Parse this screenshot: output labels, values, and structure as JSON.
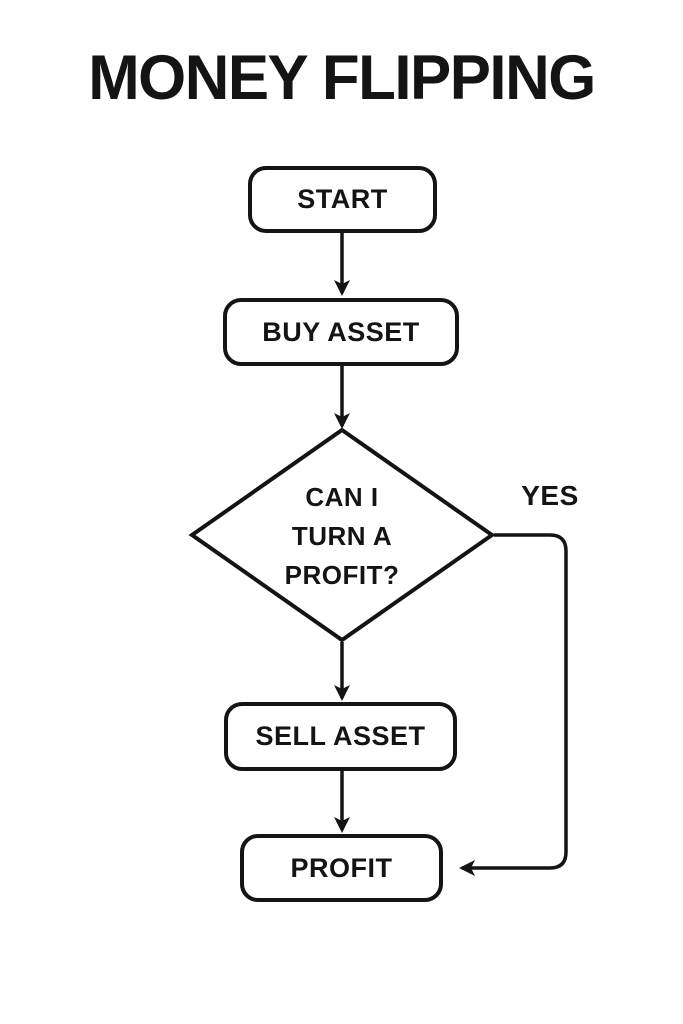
{
  "title": "MONEY FLIPPING",
  "flowchart": {
    "nodes": {
      "start": {
        "label": "START",
        "type": "terminator"
      },
      "buy_asset": {
        "label": "BUY ASSET",
        "type": "process"
      },
      "decision": {
        "label_line1": "CAN I",
        "label_line2": "TURN A",
        "label_line3": "PROFIT?",
        "type": "decision"
      },
      "sell_asset": {
        "label": "SELL ASSET",
        "type": "process"
      },
      "profit": {
        "label": "PROFIT",
        "type": "terminator"
      }
    },
    "edges": [
      {
        "from": "start",
        "to": "buy_asset",
        "label": ""
      },
      {
        "from": "buy_asset",
        "to": "decision",
        "label": ""
      },
      {
        "from": "decision",
        "to": "sell_asset",
        "label": ""
      },
      {
        "from": "decision",
        "to": "profit",
        "label": "YES"
      },
      {
        "from": "sell_asset",
        "to": "profit",
        "label": ""
      }
    ]
  },
  "colors": {
    "ink": "#141414",
    "background": "#ffffff"
  }
}
